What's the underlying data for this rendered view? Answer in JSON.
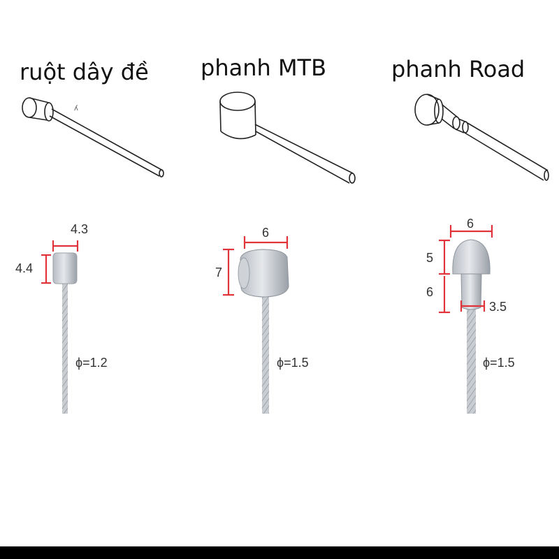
{
  "titles": {
    "left": "ruột dây đề",
    "middle": "phanh MTB",
    "right": "phanh Road"
  },
  "left_cable": {
    "width_label": "4.3",
    "height_label": "4.4",
    "diameter_label": "ϕ=1.2"
  },
  "middle_cable": {
    "width_label": "6",
    "height_label": "7",
    "diameter_label": "ϕ=1.5"
  },
  "right_cable": {
    "width_label": "6",
    "top_height_label": "5",
    "bottom_height_label": "6",
    "neck_width_label": "3.5",
    "diameter_label": "ϕ=1.5"
  },
  "colors": {
    "dimension_line": "#e0343a",
    "outline": "#222222",
    "metal_light": "#dfe2e6",
    "metal_dark": "#9aa0a8"
  }
}
